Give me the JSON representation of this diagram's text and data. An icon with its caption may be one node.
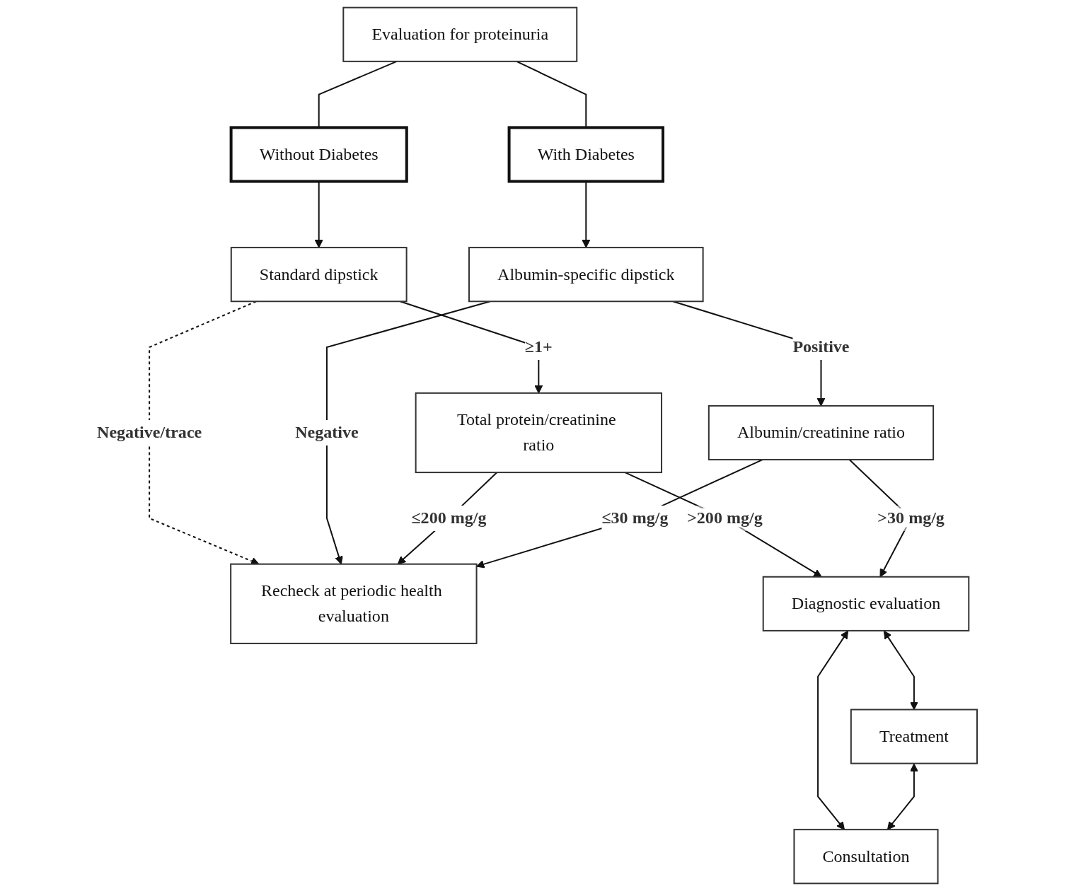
{
  "diagram": {
    "nodes": [
      {
        "text": [
          "Evaluation for proteinuria"
        ]
      },
      {
        "text": [
          "Without Diabetes"
        ]
      },
      {
        "text": [
          "With Diabetes"
        ]
      },
      {
        "text": [
          "Standard dipstick"
        ]
      },
      {
        "text": [
          "Albumin-specific dipstick"
        ]
      },
      {
        "text": [
          "Total protein/creatinine ratio"
        ]
      },
      {
        "text": [
          "Albumin/creatinine ratio"
        ]
      },
      {
        "text": [
          "Recheck at periodic health evaluation"
        ]
      },
      {
        "text": [
          "Diagnostic evaluation"
        ]
      },
      {
        "text": [
          "Treatment"
        ]
      },
      {
        "text": [
          "Consultation"
        ]
      }
    ],
    "edges": [
      {
        "from": 0,
        "to": 1,
        "arrow": "none"
      },
      {
        "from": 0,
        "to": 2,
        "arrow": "none"
      },
      {
        "from": 1,
        "to": 3,
        "arrow": "to"
      },
      {
        "from": 2,
        "to": 4,
        "arrow": "to"
      },
      {
        "from": 3,
        "to": 5,
        "label": "≥1+",
        "arrow": "to"
      },
      {
        "from": 3,
        "to": 7,
        "label": "Negative/trace",
        "arrow": "to",
        "style": "dashed"
      },
      {
        "from": 4,
        "to": 7,
        "label": "Negative",
        "arrow": "to"
      },
      {
        "from": 4,
        "to": 6,
        "label": "Positive",
        "arrow": "to"
      },
      {
        "from": 5,
        "to": 8,
        "label": ">200 mg/g",
        "arrow": "to"
      },
      {
        "from": 5,
        "to": 7,
        "label": "≤200 mg/g",
        "arrow": "to"
      },
      {
        "from": 6,
        "to": 7,
        "label": "≤30 mg/g",
        "arrow": "to"
      },
      {
        "from": 6,
        "to": 8,
        "label": ">30 mg/g",
        "arrow": "to"
      },
      {
        "from": 8,
        "to": 9,
        "arrow": "both"
      },
      {
        "from": 8,
        "to": 10,
        "arrow": "both"
      },
      {
        "from": 9,
        "to": 10,
        "arrow": "both"
      }
    ]
  }
}
